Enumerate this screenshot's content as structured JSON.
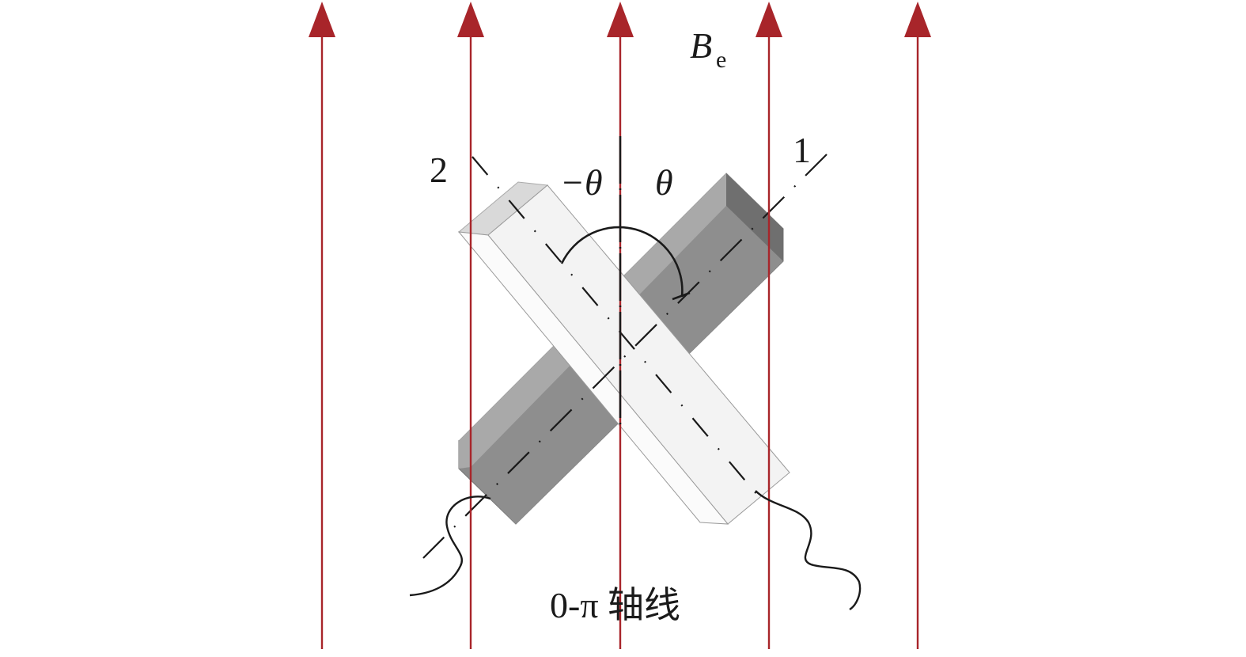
{
  "labels": {
    "field": "B",
    "field_sub": "e",
    "crystal_2": "2",
    "crystal_1": "1",
    "neg_theta": "−θ",
    "theta": "θ",
    "axis_label": "0-π 轴线"
  },
  "colors": {
    "field_line": "#a8252a",
    "crystal_dark_face": "#8a8a8a",
    "crystal_dark_top": "#bdbdbd",
    "crystal_dark_side": "#6e6e6e",
    "crystal_light_face": "#f2f2f2",
    "crystal_light_top": "#d9d9d9",
    "crystal_light_side": "#fafafa",
    "ink": "#1a1a1a"
  },
  "icons": {
    "field_arrow": "upward-arrow",
    "angle_arc": "arc-with-bar"
  }
}
